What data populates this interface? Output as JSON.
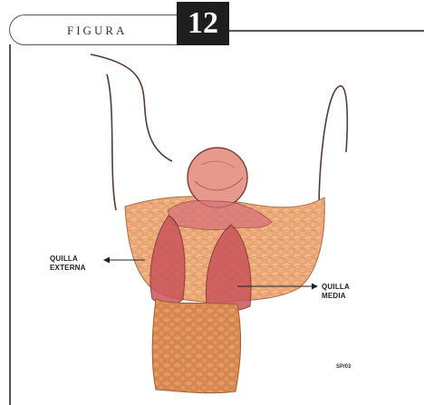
{
  "figure": {
    "label": "FIGURA",
    "number": "12"
  },
  "labels": {
    "quilla_externa_1": "QUILLA",
    "quilla_externa_2": "EXTERNA",
    "quilla_media_1": "QUILLA",
    "quilla_media_2": "MEDIA"
  },
  "credit": "SP/03",
  "colors": {
    "tissue": "#e9a370",
    "keel": "#c9555a",
    "outline": "#5a3a30",
    "frame": "#555555"
  }
}
